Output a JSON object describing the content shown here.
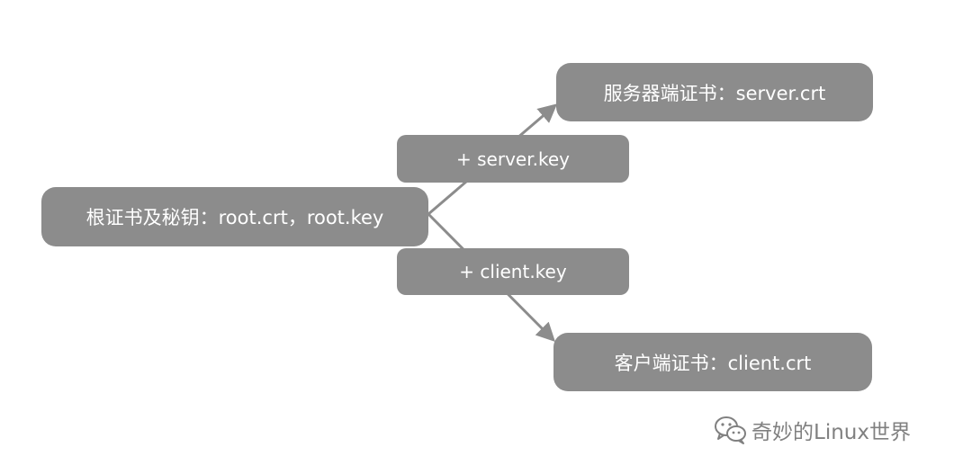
{
  "diagram": {
    "root": {
      "label": "根证书及秘钥：root.crt，root.key"
    },
    "server_key": {
      "label": "+ server.key"
    },
    "client_key": {
      "label": "+ client.key"
    },
    "server_cert": {
      "label": "服务器端证书：server.crt"
    },
    "client_cert": {
      "label": "客户端证书：client.crt"
    },
    "colors": {
      "node_fill": "#8c8c8c",
      "node_text": "#ffffff",
      "arrow": "#8c8c8c"
    }
  },
  "watermark": {
    "icon": "wechat-icon",
    "text": "奇妙的Linux世界"
  }
}
